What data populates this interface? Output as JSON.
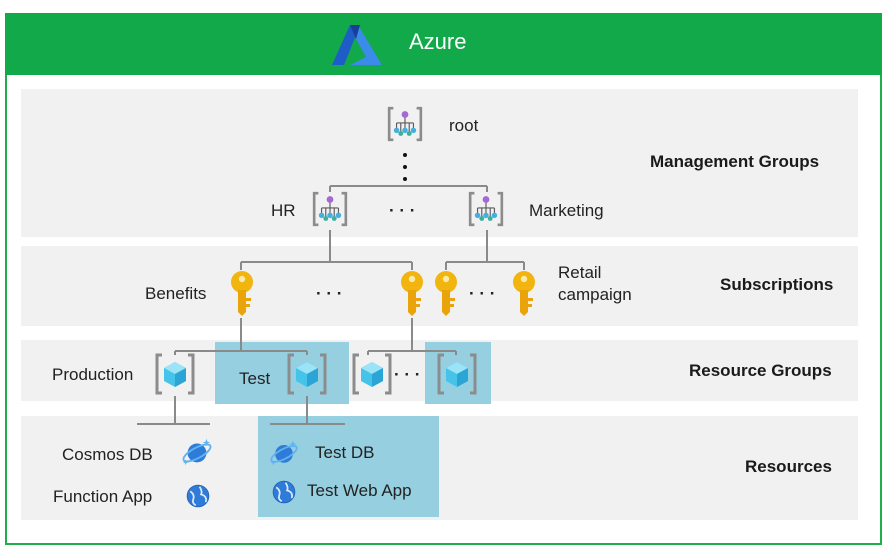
{
  "header": {
    "title": "Azure",
    "logo_icon": "azure-logo-icon",
    "color": "#12a94a"
  },
  "tiers": {
    "management_groups": "Management Groups",
    "subscriptions": "Subscriptions",
    "resource_groups": "Resource Groups",
    "resources": "Resources"
  },
  "management_groups": {
    "root": "root",
    "hr": "HR",
    "marketing": "Marketing",
    "ellipsis": "· · ·"
  },
  "subscriptions": {
    "benefits": "Benefits",
    "retail_campaign": "Retail campaign",
    "ellipsis": "· · ·"
  },
  "resource_groups": {
    "production": "Production",
    "test": "Test",
    "ellipsis": "· · ·"
  },
  "resources": {
    "cosmos_db": "Cosmos DB",
    "function_app": "Function App",
    "test_db": "Test DB",
    "test_web_app": "Test Web App"
  },
  "colors": {
    "band": "#f1f1f1",
    "highlight": "#95cfe0",
    "connector": "#8a8a8a",
    "key": "#f2b40f"
  }
}
